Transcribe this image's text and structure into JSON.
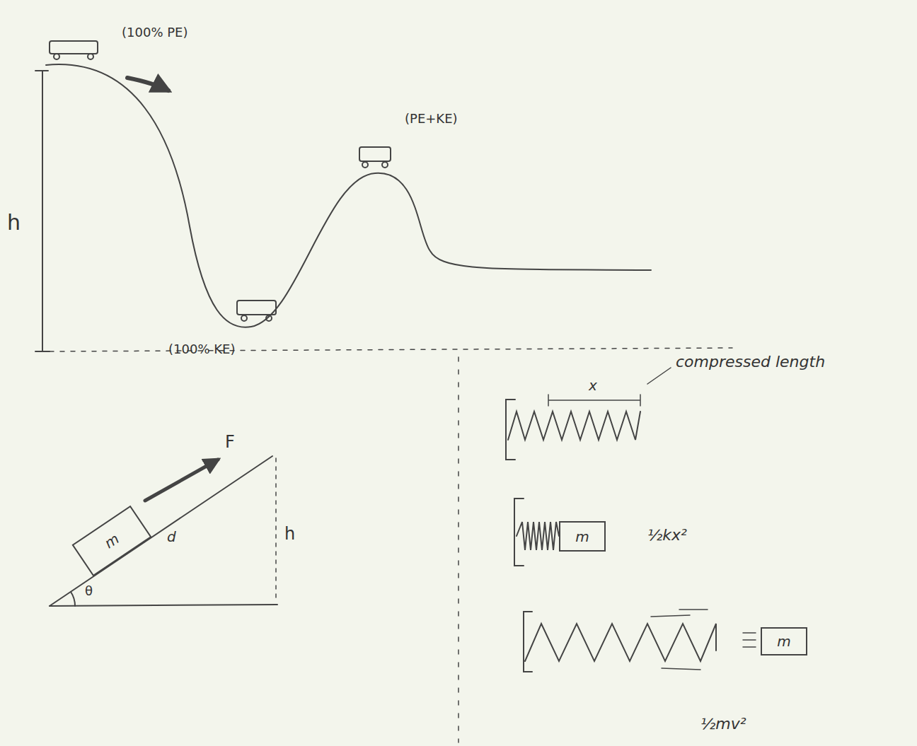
{
  "diagram": {
    "nodes": [
      {
        "text": [
          "m"
        ]
      },
      {
        "text": [
          "m"
        ]
      },
      {
        "text": [
          "m"
        ]
      }
    ],
    "labels": [
      "(100% PE)",
      "h",
      "(PE+KE)",
      "(100% KE)",
      "compressed length",
      "x",
      "F",
      "d",
      "h",
      "θ",
      "½kx²",
      "½mv²"
    ]
  }
}
